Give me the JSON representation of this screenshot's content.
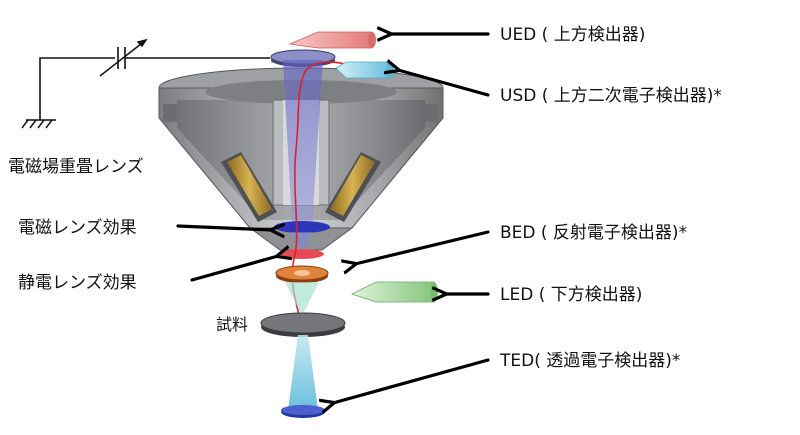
{
  "labels": {
    "ued": "UED ( 上方検出器)",
    "usd": "USD ( 上方二次電子検出器)*",
    "bed": "BED ( 反射電子検出器)*",
    "led": "LED ( 下方検出器)",
    "ted": "TED( 透過電子検出器)*",
    "compound_lens": "電磁場重畳レンズ",
    "magnetic_lens_effect": "電磁レンズ効果",
    "electrostatic_lens_effect": "静電レンズ効果",
    "specimen": "試料"
  },
  "colors": {
    "body_dark": "#6f7173",
    "body_mid": "#9a9c9e",
    "body_light": "#c4c6c8",
    "coil": "#b9953a",
    "ued_detector": "#f29b9b",
    "usd_detector": "#8fd0e6",
    "led_detector": "#a9d8a3",
    "beam_blue": "#6f74c9",
    "electron_path": "#e0202a"
  },
  "icons": [
    "variable-capacitor-icon",
    "ground-icon"
  ]
}
